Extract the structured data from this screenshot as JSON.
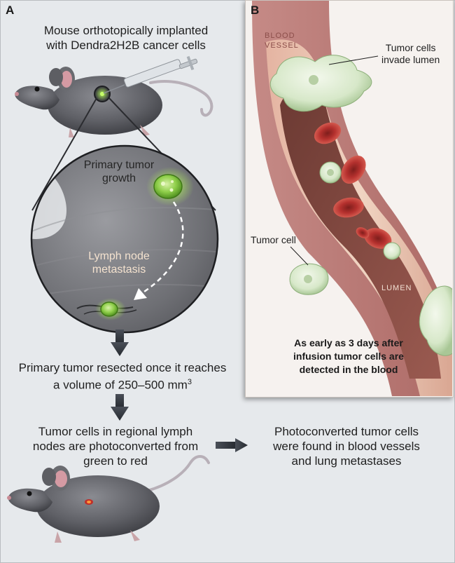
{
  "panel_a": {
    "letter": "A",
    "step1": [
      "Mouse orthotopically implanted",
      "with Dendra2H2B cancer cells"
    ],
    "magnified": {
      "primary_label": [
        "Primary tumor",
        "growth"
      ],
      "metastasis_label": [
        "Lymph node",
        "metastasis"
      ]
    },
    "step2": [
      "Primary tumor resected once it reaches",
      "a volume of 250–500 mm"
    ],
    "step2_superscript": "3",
    "step3": [
      "Tumor cells in regional lymph",
      "nodes are photoconverted from",
      "green to red"
    ],
    "result": [
      "Photoconverted tumor cells",
      "were found in blood vessels",
      "and lung metastases"
    ]
  },
  "panel_b": {
    "letter": "B",
    "vessel_label": [
      "BLOOD",
      "VESSEL"
    ],
    "invade_label": [
      "Tumor cells",
      "invade lumen"
    ],
    "tumor_cell_label": "Tumor cell",
    "lumen_label": "LUMEN",
    "caption": [
      "As early as 3 days after",
      "infusion tumor cells are",
      "detected in the blood"
    ]
  },
  "colors": {
    "panel_background": "#e6e9ec",
    "mouse_fur": "#5f6066",
    "tumor_green": "#8fcf4a",
    "photoconverted_red": "#c0302a",
    "vessel_wall": "#f1d2bd",
    "lumen": "#8c4a42",
    "red_blood_cell": "#b5312e",
    "tumor_cell_pale": "#d7e8c9",
    "arrow_dark": "#3a3f47"
  }
}
